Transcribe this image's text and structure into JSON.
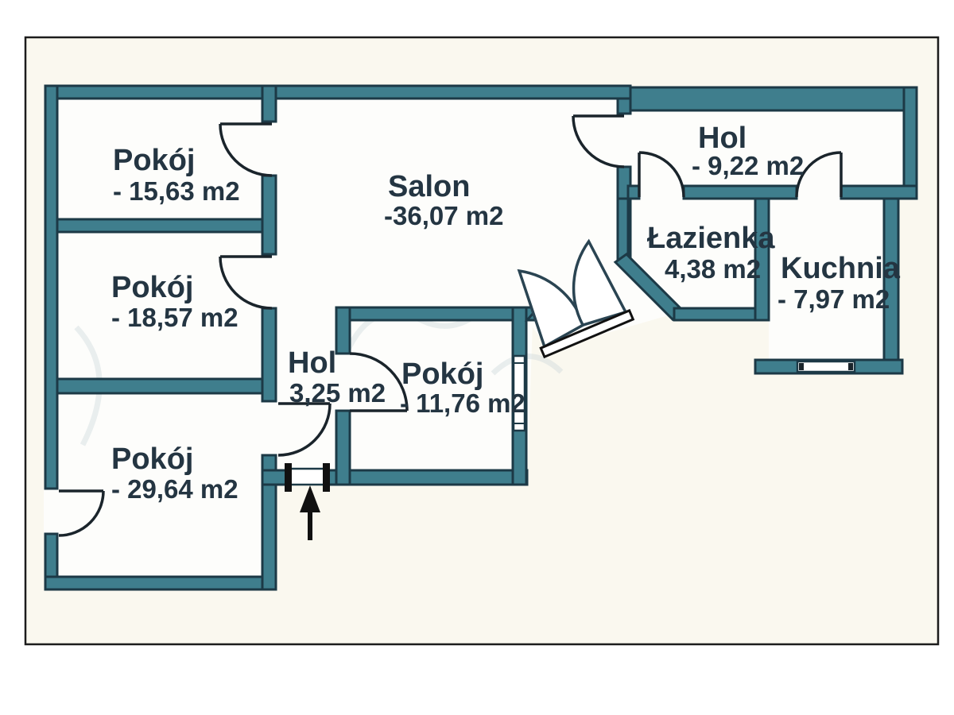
{
  "plan": {
    "type": "apartment-floor-plan",
    "unit_suffix": "m2",
    "rooms": [
      {
        "name": "Pokój",
        "area": "- 15,63 m2"
      },
      {
        "name": "Pokój",
        "area": "- 18,57 m2"
      },
      {
        "name": "Pokój",
        "area": "- 29,64 m2"
      },
      {
        "name": "Salon",
        "area": "-36,07 m2"
      },
      {
        "name": "Hol",
        "area": "3,25 m2"
      },
      {
        "name": "Pokój",
        "area": "- 11,76 m2"
      },
      {
        "name": "Hol",
        "area": "- 9,22 m2"
      },
      {
        "name": "Łazienka",
        "area": "4,38 m2"
      },
      {
        "name": "Kuchnia",
        "area": "- 7,97 m2"
      }
    ],
    "colors": {
      "wall_fill": "#3f7e8d",
      "wall_stroke": "#1c3946",
      "label_text": "#243542",
      "canvas_background": "#faf8ef",
      "room_interior": "#fdfdfb",
      "door_symbol": "#1a242b",
      "frame_border": "#1c1c1c"
    },
    "symbols": [
      "entrance-arrow",
      "door-swing-arcs",
      "double-door",
      "windows"
    ]
  }
}
